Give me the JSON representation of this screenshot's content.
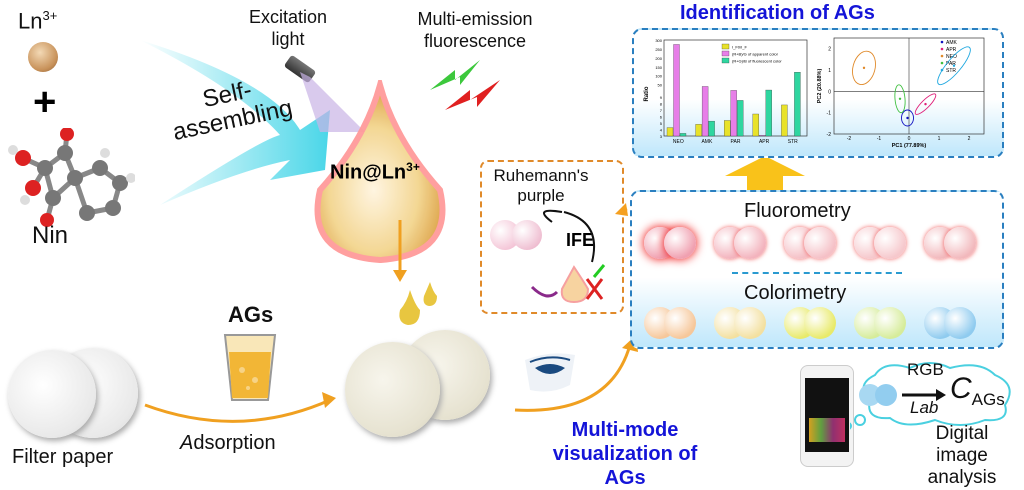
{
  "left": {
    "ion_label": "Ln",
    "ion_charge": "3+",
    "plus": "+",
    "ligand_label": "Nin",
    "self_assembling": "Self-assembling"
  },
  "center": {
    "excitation": "Excitation light",
    "emission": "Multi-emission fluorescence",
    "probe_label": "Nin@Ln",
    "probe_charge": "3+"
  },
  "bottom": {
    "filter_paper": "Filter paper",
    "ags": "AGs",
    "adsorption_a": "A",
    "adsorption_rest": "dsorption",
    "multimode": "Multi-mode",
    "visualization": "visualization of AGs"
  },
  "ife": {
    "ruhemann": "Ruhemann's",
    "purple": "purple",
    "ife": "IFE"
  },
  "modes": {
    "fluorometry": "Fluorometry",
    "colorimetry": "Colorimetry",
    "fluor_colors": [
      "#f0a0b0",
      "#f3b3bd",
      "#f5c0c6",
      "#f6c8cc",
      "#f2b8bc"
    ],
    "color_colors": [
      "#f6c79a",
      "#f3e0a0",
      "#e8ea6a",
      "#d6ec9a",
      "#8fcbef"
    ]
  },
  "identification": {
    "title": "Identification of AGs"
  },
  "digital": {
    "rgb": "RGB",
    "lab": "Lab",
    "c": "C",
    "c_sub": "AGs",
    "title1": "Digital",
    "title2": "image analysis"
  },
  "chart_data": [
    {
      "type": "bar",
      "ylabel": "Ratio",
      "categories": [
        "NEO",
        "AMK",
        "PAR",
        "APR",
        "STR"
      ],
      "y_ticks_lower": [
        3,
        4,
        5,
        6,
        7,
        8,
        9
      ],
      "y_ticks_upper": [
        50,
        100,
        150,
        200,
        250,
        300
      ],
      "series": [
        {
          "name": "I_F0/I_F",
          "color": "#e8e22a",
          "values": [
            4.3,
            4.8,
            5.4,
            6.4,
            7.8
          ]
        },
        {
          "name": "(R+B)/G of apparent color",
          "color": "#e77ee8",
          "values": [
            275,
            40,
            18,
            3.1,
            2.1
          ]
        },
        {
          "name": "(R+G)/B of fluorescent color",
          "color": "#2fd6a0",
          "values": [
            3.4,
            5.3,
            8.5,
            20,
            120
          ]
        }
      ]
    },
    {
      "type": "scatter",
      "xlabel": "PC1 (77.89%)",
      "ylabel": "PC2 (20.88%)",
      "xlim": [
        -2.5,
        2.5
      ],
      "ylim": [
        -2,
        2.5
      ],
      "x_ticks": [
        -2,
        -1,
        0,
        1,
        2
      ],
      "y_ticks": [
        -2,
        -1,
        0,
        1,
        2
      ],
      "groups": [
        {
          "name": "AMK",
          "color": "#1010c0",
          "center": [
            -0.05,
            -1.25
          ]
        },
        {
          "name": "APR",
          "color": "#e0207a",
          "center": [
            0.55,
            -0.6
          ]
        },
        {
          "name": "NEO",
          "color": "#e08a2a",
          "center": [
            -1.5,
            1.1
          ]
        },
        {
          "name": "PAR",
          "color": "#40c040",
          "center": [
            -0.3,
            -0.35
          ]
        },
        {
          "name": "STR",
          "color": "#20a8e0",
          "center": [
            1.5,
            1.2
          ]
        }
      ]
    }
  ]
}
